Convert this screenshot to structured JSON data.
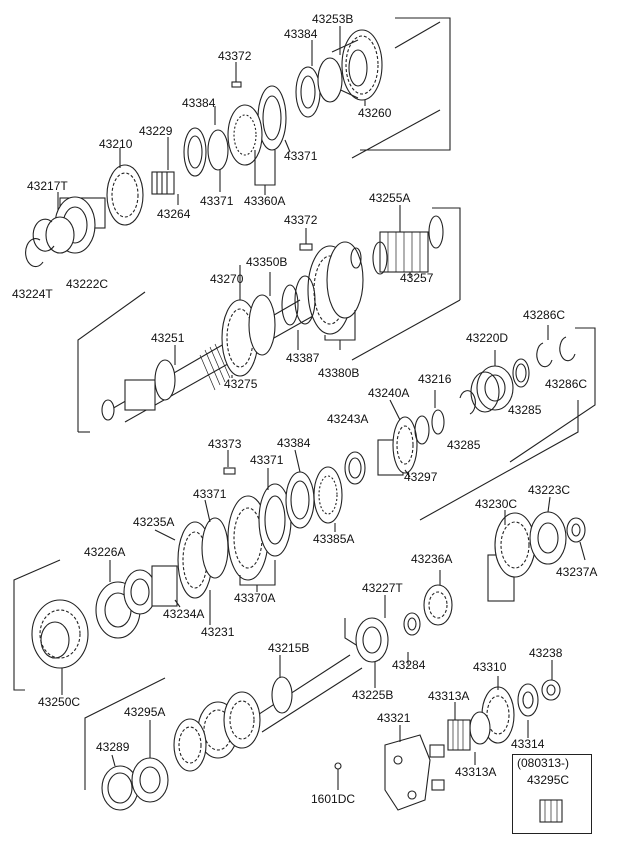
{
  "labels": {
    "p43253B": "43253B",
    "p43384a": "43384",
    "p43372a": "43372",
    "p43384b": "43384",
    "p43260": "43260",
    "p43229": "43229",
    "p43371a": "43371",
    "p43210": "43210",
    "p43217T": "43217T",
    "p43264": "43264",
    "p43371b": "43371",
    "p43360A": "43360A",
    "p43224T": "43224T",
    "p43222C": "43222C",
    "p43255A": "43255A",
    "p43372b": "43372",
    "p43350B": "43350B",
    "p43270": "43270",
    "p43257": "43257",
    "p43286Ca": "43286C",
    "p43220D": "43220D",
    "p43251": "43251",
    "p43387": "43387",
    "p43380B": "43380B",
    "p43286Cb": "43286C",
    "p43275": "43275",
    "p43216": "43216",
    "p43240A": "43240A",
    "p43285a": "43285",
    "p43243A": "43243A",
    "p43285b": "43285",
    "p43297": "43297",
    "p43373": "43373",
    "p43384c": "43384",
    "p43371c": "43371",
    "p43371d": "43371",
    "p43223C": "43223C",
    "p43230C": "43230C",
    "p43235A": "43235A",
    "p43385A": "43385A",
    "p43226A": "43226A",
    "p43237A": "43237A",
    "p43236A": "43236A",
    "p43370A": "43370A",
    "p43234A": "43234A",
    "p43231": "43231",
    "p43227T": "43227T",
    "p43250C": "43250C",
    "p43284": "43284",
    "p43215B": "43215B",
    "p43238": "43238",
    "p43310": "43310",
    "p43225B": "43225B",
    "p43295A": "43295A",
    "p43313Aa": "43313A",
    "p43321": "43321",
    "p43289": "43289",
    "p43314": "43314",
    "p43313Ab": "43313A",
    "p080313": "(080313-)",
    "p43295C": "43295C",
    "p1601DC": "1601DC"
  },
  "colors": {
    "line": "#222222",
    "paper": "#ffffff"
  }
}
